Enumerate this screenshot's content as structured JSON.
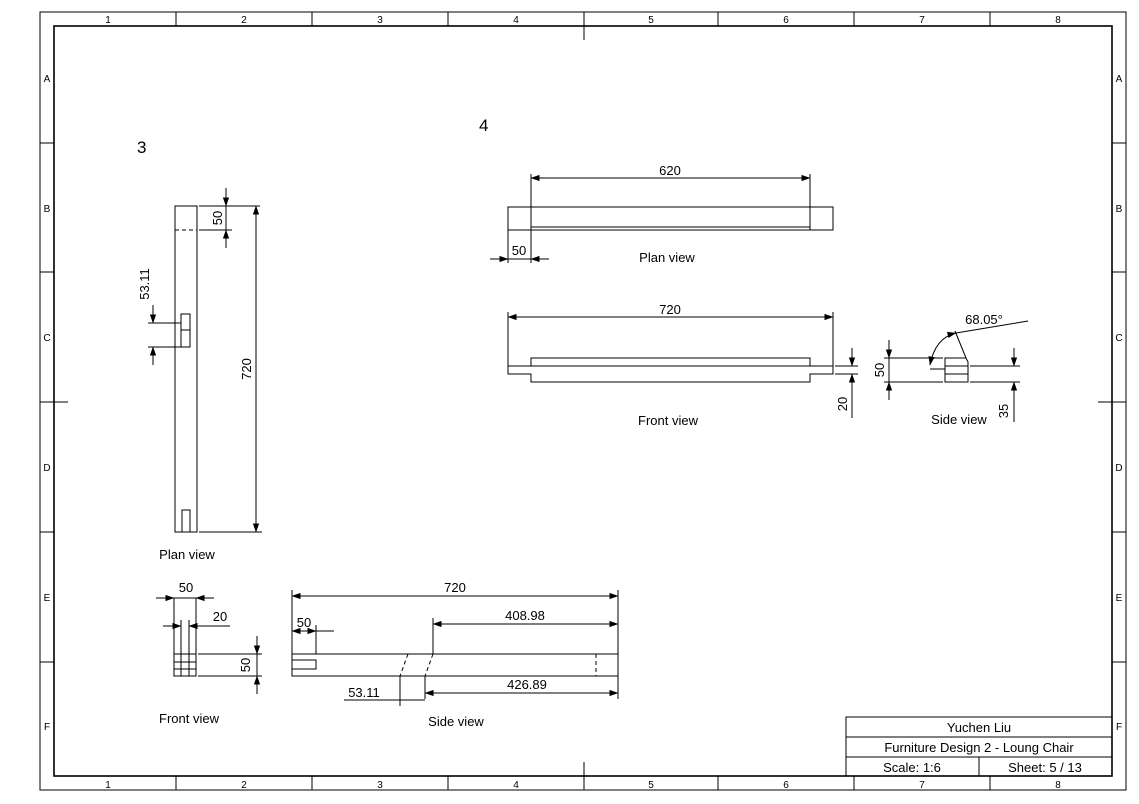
{
  "grid": {
    "columns": [
      "1",
      "2",
      "3",
      "4",
      "5",
      "6",
      "7",
      "8"
    ],
    "rows": [
      "A",
      "B",
      "C",
      "D",
      "E",
      "F"
    ]
  },
  "part3": {
    "number": "3",
    "plan_view": {
      "label": "Plan view",
      "dim_top": "50",
      "dim_mortise": "53.11",
      "dim_length": "720"
    },
    "front_view": {
      "label": "Front view",
      "dim_width": "50",
      "dim_inner": "20",
      "dim_height": "50"
    },
    "side_view": {
      "label": "Side view",
      "dim_length": "720",
      "dim_notch": "50",
      "dim_upper": "408.98",
      "dim_lower": "426.89",
      "dim_joint": "53.11"
    }
  },
  "part4": {
    "number": "4",
    "plan_view": {
      "label": "Plan view",
      "dim_inner": "620",
      "dim_end": "50"
    },
    "front_view": {
      "label": "Front view",
      "dim_length": "720",
      "dim_height": "20"
    },
    "side_view": {
      "label": "Side view",
      "dim_angle": "68.05°",
      "dim_height": "50",
      "dim_depth": "35"
    }
  },
  "title_block": {
    "author": "Yuchen Liu",
    "project": "Furniture Design 2 - Loung Chair",
    "scale": "Scale: 1:6",
    "sheet": "Sheet: 5 / 13"
  }
}
